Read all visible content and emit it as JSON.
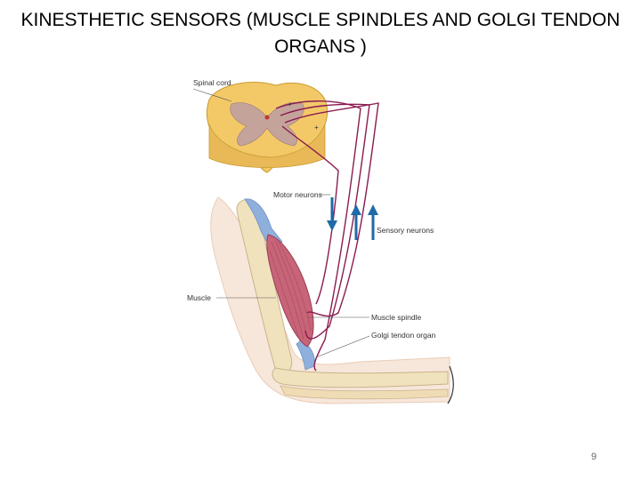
{
  "slide": {
    "title": "KINESTHETIC SENSORS (MUSCLE SPINDLES AND GOLGI TENDON ORGANS )",
    "page_number": "9"
  },
  "figure": {
    "labels": {
      "spinal_cord": "Spinal cord",
      "motor_neurons": "Motor neurons",
      "sensory_neurons": "Sensory neurons",
      "muscle": "Muscle",
      "muscle_spindle": "Muscle spindle",
      "golgi_tendon_organ": "Golgi tendon organ",
      "plus_sign": "+"
    },
    "colors": {
      "spinal_cord_white_matter": "#f3c968",
      "spinal_cord_gray_matter": "#c4a49a",
      "nerve_fibers": "#8a1c50",
      "muscle": "#c86478",
      "tendon": "#8fb0dc",
      "bone": "#f1e2be",
      "skin": "#f7e6da",
      "arrows": "#1f6aa8"
    }
  }
}
